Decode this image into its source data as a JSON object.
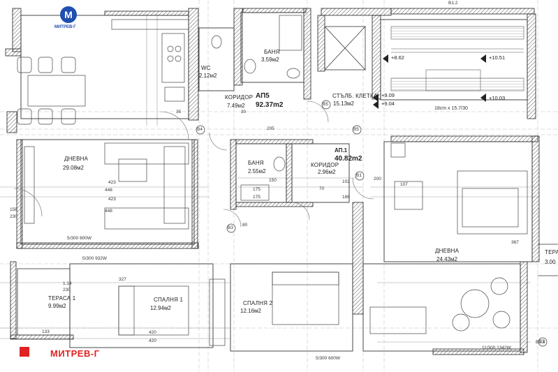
{
  "watermark": {
    "logo_text": "МИТРЕВ-Г",
    "brand_text": "МИТРЕВ-Г",
    "brand_color": "#e02222",
    "logo_color": "#1f4fb0"
  },
  "apartments": [
    {
      "label": "АП5",
      "area": "92.37m2"
    },
    {
      "label": "АП.1",
      "area": "40.82m2"
    }
  ],
  "rooms": [
    {
      "name": "ДНЕВНА",
      "area": "29.08м2"
    },
    {
      "name": "WC",
      "area": "2.12м2"
    },
    {
      "name": "БАНЯ",
      "area": "3.59м2"
    },
    {
      "name": "КОРИДОР",
      "area": "7.49м2"
    },
    {
      "name": "СТЪЛБ. КЛЕТКА",
      "area": "15.13м2"
    },
    {
      "name": "БАНЯ",
      "area": "2.55м2"
    },
    {
      "name": "КОРИДОР",
      "area": "2.96м2"
    },
    {
      "name": "ДНЕВНА",
      "area": "24.43м2"
    },
    {
      "name": "ТЕРАСА 1",
      "area": "9.99м2"
    },
    {
      "name": "СПАЛНЯ 1",
      "area": "12.94м2"
    },
    {
      "name": "СПАЛНЯ 2",
      "area": "12.16м2"
    },
    {
      "name": "ТЕРАСА",
      "area": "3.00"
    }
  ],
  "levels": [
    "+8.62",
    "+10.51",
    "+9.09",
    "+9.04",
    "+10.03"
  ],
  "stair_note": "18cm х 15.7/30",
  "markers": [
    "B4",
    "B5",
    "B5",
    "B3",
    "B1",
    "B2"
  ],
  "dimensions": [
    "423",
    "448",
    "423",
    "448",
    "327",
    "420",
    "420",
    "133",
    "150",
    "175",
    "175",
    "102",
    "186",
    "200",
    "107",
    "367",
    "205",
    "80",
    "70",
    "30",
    "35"
  ],
  "wall_notes": [
    "5/300 600W",
    "5/300 932W",
    "11/300 1342W",
    "5/300 600W"
  ],
  "side_marks": [
    "158",
    "230",
    "1.14",
    "230",
    "B1.3",
    "B1.2"
  ]
}
